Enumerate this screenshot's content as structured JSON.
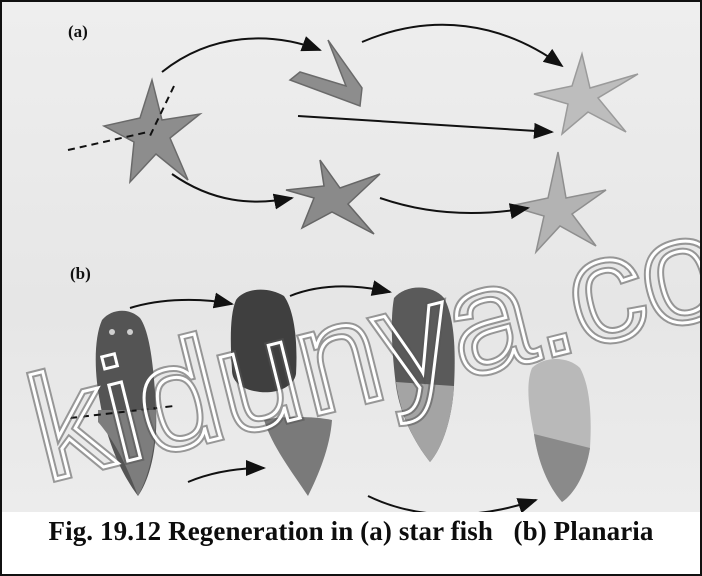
{
  "figure": {
    "panel_a_label": "(a)",
    "panel_b_label": "(b)",
    "caption": "Fig. 19.12 Regeneration in (a) star fish   (b) Planaria",
    "watermark": "kidunya.co"
  },
  "colors": {
    "starfish": "#8a8a8a",
    "starfish_light": "#c9c9c9",
    "planaria_dark": "#3c3c3c",
    "planaria_mid": "#7a7a7a",
    "planaria_light": "#b0b0b0",
    "arrow": "#111111"
  }
}
